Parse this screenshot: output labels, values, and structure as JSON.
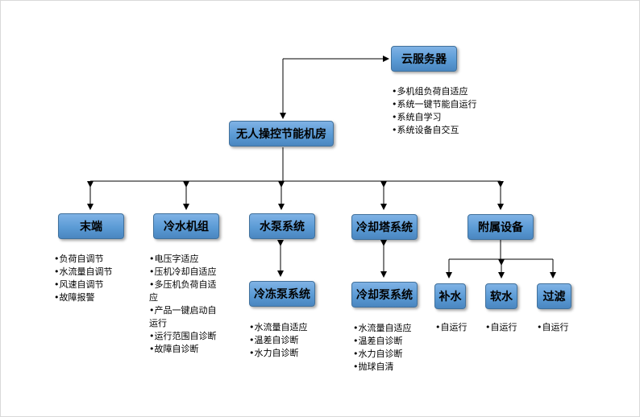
{
  "nodes": {
    "cloud": "云服务器",
    "root": "无人操控节能机房",
    "terminal": "末端",
    "chiller": "冷水机组",
    "pump_system": "水泵系统",
    "chilled_pump_system": "冷冻泵系统",
    "tower_system": "冷却塔系统",
    "cooling_pump_system": "冷却泵系统",
    "auxiliary": "附属设备",
    "makeup_water": "补水",
    "soft_water": "软水",
    "filter": "过滤"
  },
  "lists": {
    "cloud": [
      "多机组负荷自适应",
      "系统一键节能自运行",
      "系统自学习",
      "系统设备自交互"
    ],
    "terminal": [
      "负荷自调节",
      "水流量自调节",
      "风速自调节",
      "故障报警"
    ],
    "chiller": [
      "电压字适应",
      "压机冷却自适应",
      "多压机负荷自适",
      "产品一键启动自",
      "运行范围自诊断",
      "故障自诊断"
    ],
    "chiller_wrap": [
      "应",
      "运行"
    ],
    "chilled_pump": [
      "水流量自适应",
      "温差自诊断",
      "水力自诊断"
    ],
    "cooling_pump": [
      "水流量自适应",
      "温差自诊断",
      "水力自诊断",
      "抛球自清"
    ],
    "makeup_water": [
      "自运行"
    ],
    "soft_water": [
      "自运行"
    ],
    "filter": [
      "自运行"
    ]
  }
}
